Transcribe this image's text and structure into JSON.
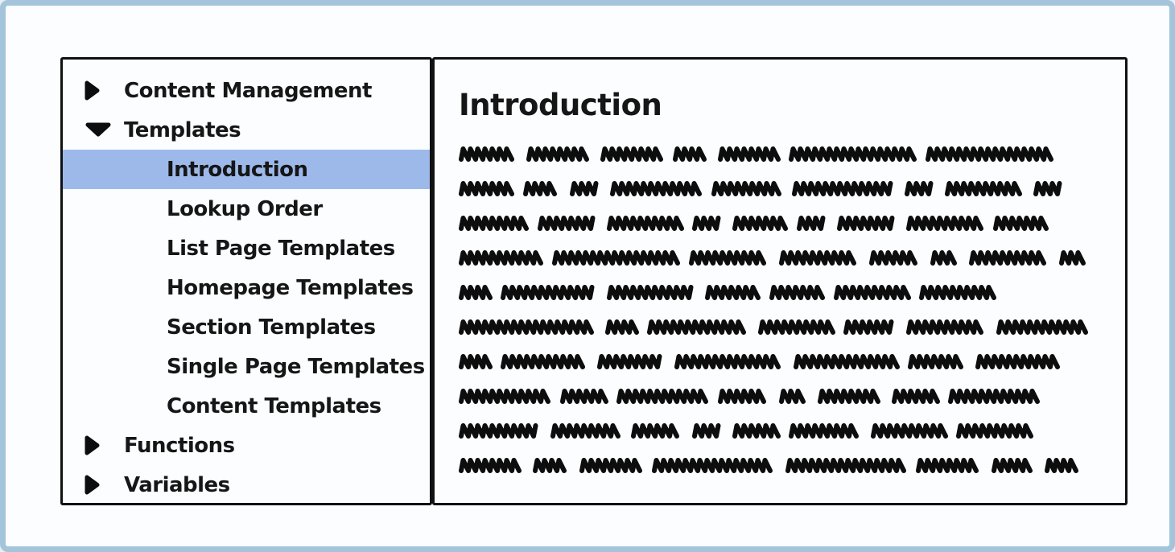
{
  "window": {
    "kind": "wireframe-docs-browser"
  },
  "sidebar": {
    "items": [
      {
        "label": "Content Management",
        "level": 0,
        "state": "collapsed",
        "selected": false
      },
      {
        "label": "Templates",
        "level": 0,
        "state": "expanded",
        "selected": false
      },
      {
        "label": "Introduction",
        "level": 1,
        "state": "leaf",
        "selected": true
      },
      {
        "label": "Lookup Order",
        "level": 1,
        "state": "leaf",
        "selected": false
      },
      {
        "label": "List Page Templates",
        "level": 1,
        "state": "leaf",
        "selected": false
      },
      {
        "label": "Homepage Templates",
        "level": 1,
        "state": "leaf",
        "selected": false
      },
      {
        "label": "Section Templates",
        "level": 1,
        "state": "leaf",
        "selected": false
      },
      {
        "label": "Single Page Templates",
        "level": 1,
        "state": "leaf",
        "selected": false
      },
      {
        "label": "Content Templates",
        "level": 1,
        "state": "leaf",
        "selected": false
      },
      {
        "label": "Functions",
        "level": 0,
        "state": "collapsed",
        "selected": false
      },
      {
        "label": "Variables",
        "level": 0,
        "state": "collapsed",
        "selected": false
      }
    ]
  },
  "content": {
    "title": "Introduction",
    "placeholder_kind": "scribble-text",
    "word_gap": 22,
    "scribble_lines": [
      [
        62,
        70,
        68,
        34,
        66,
        148,
        152
      ],
      [
        58,
        36,
        28,
        104,
        78,
        118,
        28,
        88,
        28
      ],
      [
        76,
        64,
        84,
        28,
        58,
        28,
        64,
        86,
        62
      ],
      [
        94,
        148,
        90,
        90,
        54,
        26,
        90,
        26
      ],
      [
        30,
        110,
        100,
        58,
        58,
        84,
        86
      ],
      [
        160,
        30,
        116,
        84,
        56,
        90,
        104
      ],
      [
        30,
        98,
        74,
        126,
        120,
        62,
        98
      ],
      [
        104,
        48,
        104,
        54,
        26,
        70,
        48,
        104
      ],
      [
        92,
        78,
        54,
        28,
        48,
        80,
        84,
        86
      ],
      [
        70,
        36,
        68,
        144,
        140,
        72,
        44,
        30
      ]
    ]
  },
  "colors": {
    "selection": "#9cb9ea",
    "frame_border": "#a3c4da",
    "panel_border": "#111111",
    "background": "#fbfdfe",
    "text": "#161616",
    "ink": "#0d0d0d"
  }
}
